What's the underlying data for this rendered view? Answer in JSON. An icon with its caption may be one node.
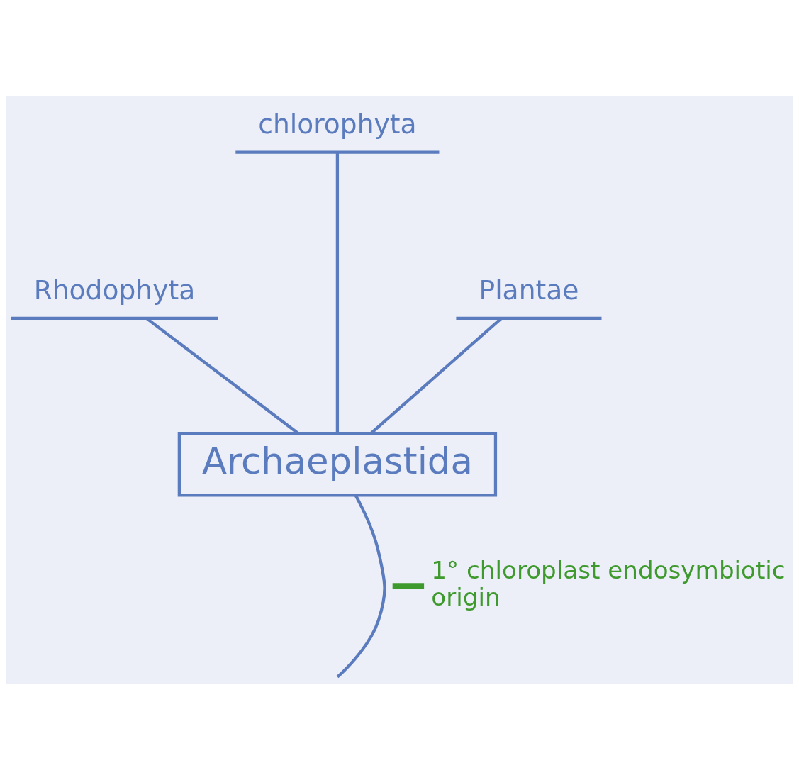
{
  "diagram": {
    "nodes": [
      {
        "text": [
          "chlorophyta"
        ]
      },
      {
        "text": [
          "Rhodophyta"
        ]
      },
      {
        "text": [
          "Plantae"
        ]
      },
      {
        "text": [
          "Archaeplastida"
        ]
      }
    ],
    "edges": [
      {
        "from": 3,
        "to": 1,
        "arrow": "none"
      },
      {
        "from": 3,
        "to": 0,
        "arrow": "none"
      },
      {
        "from": 3,
        "to": 2,
        "arrow": "none"
      },
      {
        "from": 3,
        "to": null,
        "arrow": "none",
        "label": "1° chloroplast endosymbiotic origin"
      }
    ]
  }
}
